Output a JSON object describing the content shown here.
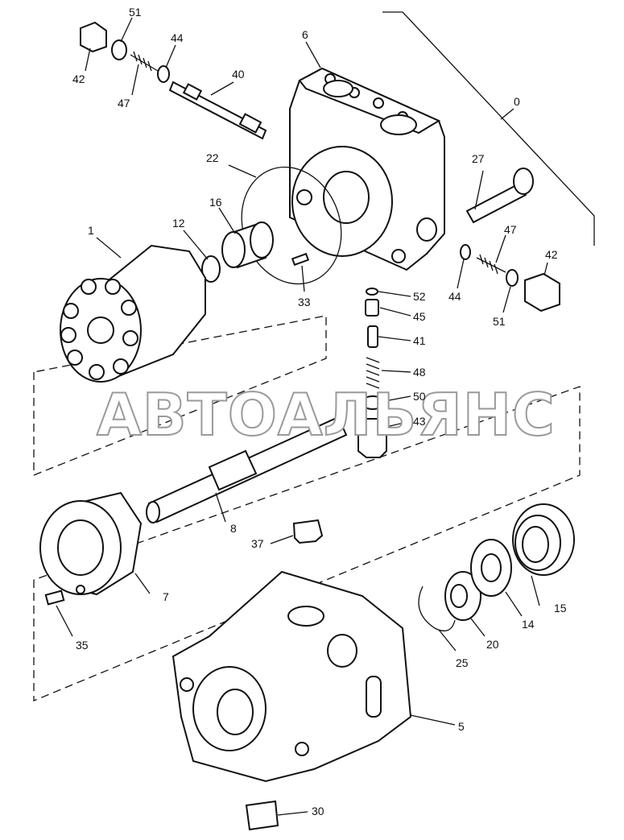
{
  "watermark": "АВТОАЛЬЯНС",
  "parts": [
    {
      "id": "0",
      "label": "0"
    },
    {
      "id": "1",
      "label": "1"
    },
    {
      "id": "5",
      "label": "5"
    },
    {
      "id": "6",
      "label": "6"
    },
    {
      "id": "7",
      "label": "7"
    },
    {
      "id": "8",
      "label": "8"
    },
    {
      "id": "12",
      "label": "12"
    },
    {
      "id": "14",
      "label": "14"
    },
    {
      "id": "15",
      "label": "15"
    },
    {
      "id": "16",
      "label": "16"
    },
    {
      "id": "20",
      "label": "20"
    },
    {
      "id": "22",
      "label": "22"
    },
    {
      "id": "25",
      "label": "25"
    },
    {
      "id": "27",
      "label": "27"
    },
    {
      "id": "30",
      "label": "30"
    },
    {
      "id": "33",
      "label": "33"
    },
    {
      "id": "35",
      "label": "35"
    },
    {
      "id": "37",
      "label": "37"
    },
    {
      "id": "40",
      "label": "40"
    },
    {
      "id": "41",
      "label": "41"
    },
    {
      "id": "42a",
      "label": "42"
    },
    {
      "id": "42b",
      "label": "42"
    },
    {
      "id": "43",
      "label": "43"
    },
    {
      "id": "44a",
      "label": "44"
    },
    {
      "id": "44b",
      "label": "44"
    },
    {
      "id": "45",
      "label": "45"
    },
    {
      "id": "47a",
      "label": "47"
    },
    {
      "id": "47b",
      "label": "47"
    },
    {
      "id": "48",
      "label": "48"
    },
    {
      "id": "50",
      "label": "50"
    },
    {
      "id": "51a",
      "label": "51"
    },
    {
      "id": "51b",
      "label": "51"
    },
    {
      "id": "52",
      "label": "52"
    }
  ]
}
